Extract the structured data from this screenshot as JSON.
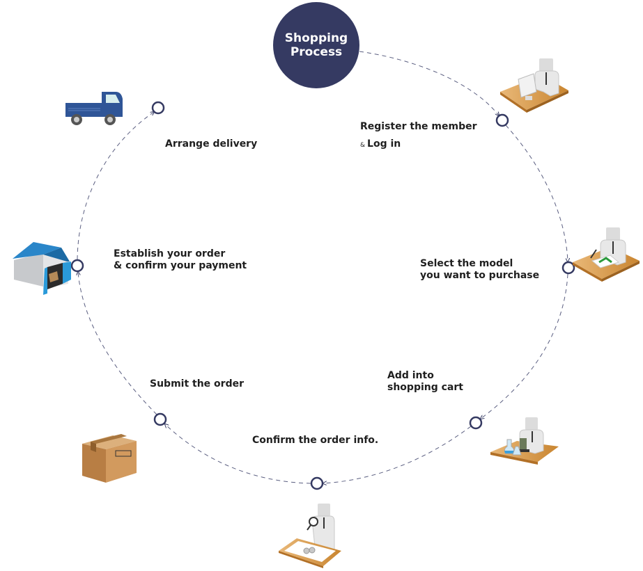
{
  "hub": {
    "line1": "Shopping",
    "line2": "Process"
  },
  "colors": {
    "hub": "#353a62",
    "path": "#353a62",
    "desk": "#d89a4c",
    "truck": "#2f5597",
    "house_roof": "#2a86c9",
    "box": "#c48b52"
  },
  "steps": [
    {
      "id": "register",
      "line1": "Register the member",
      "line2_prefix": "&",
      "line2": "Log in",
      "icon": "person-at-computer-icon"
    },
    {
      "id": "select",
      "line1": "Select the model",
      "line2": "you want to purchase",
      "icon": "person-signing-document-icon"
    },
    {
      "id": "cart",
      "line1": "Add into",
      "line2": "shopping cart",
      "icon": "person-with-microscope-icon"
    },
    {
      "id": "confirm",
      "line1": "Confirm the order info.",
      "icon": "person-with-magnifier-icon"
    },
    {
      "id": "submit",
      "line1": "Submit the order",
      "icon": "cardboard-box-icon"
    },
    {
      "id": "establish",
      "line1": "Establish your order",
      "line2": "& confirm your payment",
      "icon": "warehouse-icon"
    },
    {
      "id": "delivery",
      "line1": "Arrange delivery",
      "icon": "delivery-truck-icon"
    }
  ]
}
